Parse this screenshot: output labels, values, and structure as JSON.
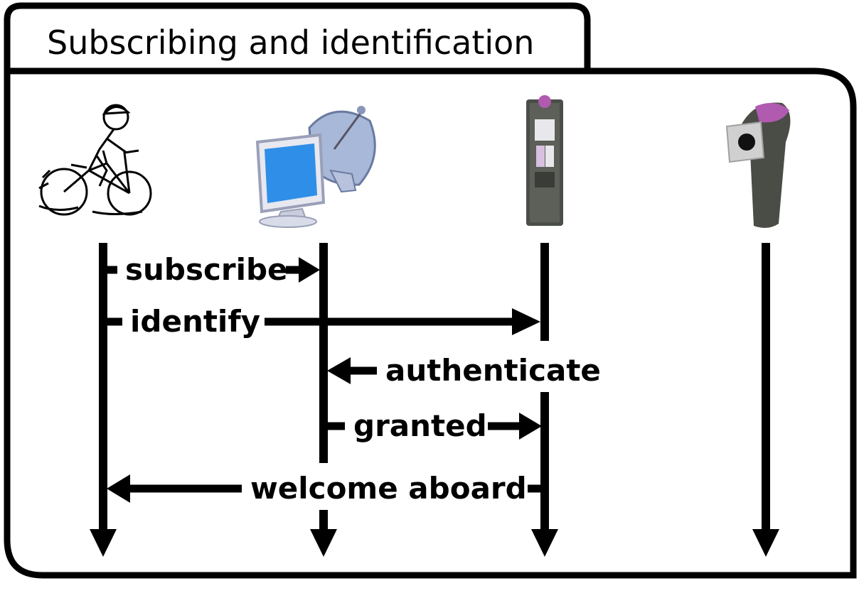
{
  "title": "Subscribing and identification",
  "actors": [
    {
      "name": "cyclist",
      "icon": "cyclist-icon"
    },
    {
      "name": "server",
      "icon": "computer-satellite-icon"
    },
    {
      "name": "station",
      "icon": "bike-station-kiosk-icon"
    },
    {
      "name": "card-reader",
      "icon": "card-reader-icon"
    }
  ],
  "messages": [
    {
      "label": "subscribe",
      "from": "cyclist",
      "to": "server"
    },
    {
      "label": "identify",
      "from": "cyclist",
      "to": "station"
    },
    {
      "label": "authenticate",
      "from": "station",
      "to": "server"
    },
    {
      "label": "granted",
      "from": "server",
      "to": "station"
    },
    {
      "label": "welcome aboard",
      "from": "station",
      "to": "cyclist"
    }
  ],
  "colors": {
    "stroke": "#000000",
    "background": "#ffffff",
    "screen": "#2f8fe8",
    "dish": "#a8b8d8",
    "kiosk": "#4a4e48",
    "accent": "#b05ab0"
  }
}
